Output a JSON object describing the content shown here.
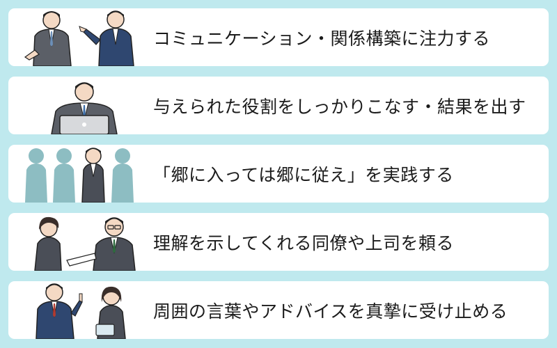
{
  "items": [
    {
      "label": "コミュニケーション・関係構築に注力する",
      "illustration": "two-businessmen-talking"
    },
    {
      "label": "与えられた役割をしっかりこなす・結果を出す",
      "illustration": "businessman-at-laptop"
    },
    {
      "label": "「郷に入っては郷に従え」を実践する",
      "illustration": "businessman-among-silhouettes"
    },
    {
      "label": "理解を示してくれる同僚や上司を頼る",
      "illustration": "colleagues-discussing"
    },
    {
      "label": "周囲の言葉やアドバイスを真摯に受け止める",
      "illustration": "man-advising-woman"
    }
  ],
  "colors": {
    "background": "#bfe9ee",
    "card": "#ffffff",
    "text": "#1b1b1b",
    "suit": "#4a4e57",
    "suit_blue": "#2f4770",
    "silhouette": "#8dbdc2"
  }
}
